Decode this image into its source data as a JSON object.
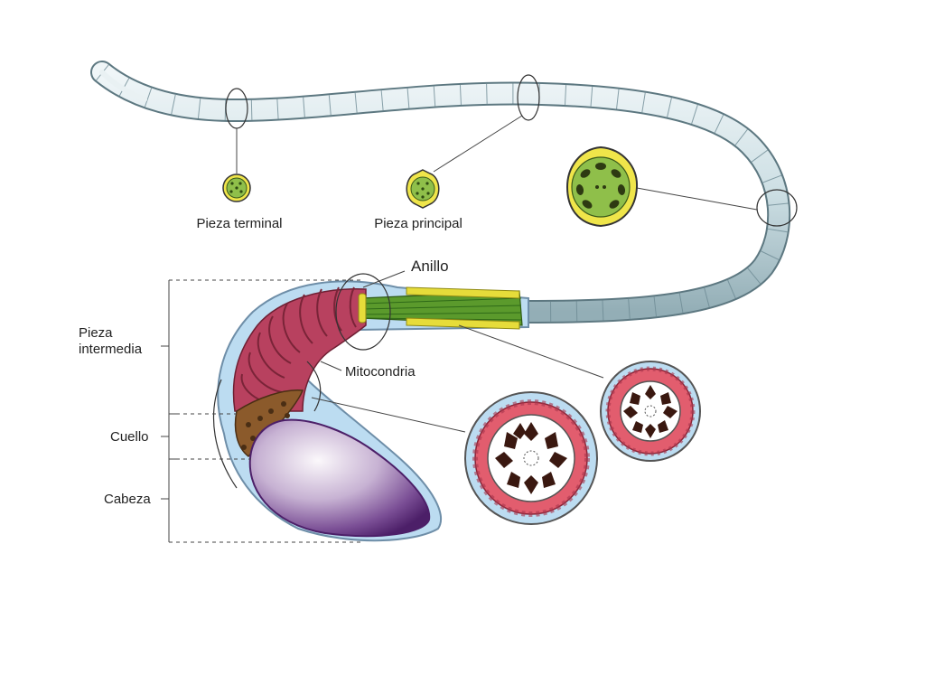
{
  "labels": {
    "pieza_terminal": "Pieza terminal",
    "pieza_principal": "Pieza principal",
    "anillo": "Anillo",
    "pieza_intermedia_1": "Pieza",
    "pieza_intermedia_2": "intermedia",
    "mitocondria": "Mitocondria",
    "cuello": "Cuello",
    "cabeza": "Cabeza"
  },
  "colors": {
    "tail": "#cfe0e5",
    "tail_edge": "#6b8790",
    "membrane": "#b9daf0",
    "mitochondria": "#b8415f",
    "mitochondria_light": "#d86a86",
    "fibers": "#5b9a2c",
    "fibers_yellow": "#e6dc3a",
    "neck": "#8b5a2b",
    "head_light": "#f3eef3",
    "head_mid": "#b59ac4",
    "head_dark": "#5a2a7a",
    "cross_section_green": "#8fbf4a",
    "cross_section_yellow": "#efe54a",
    "cross_section_red": "#e25d6e"
  }
}
